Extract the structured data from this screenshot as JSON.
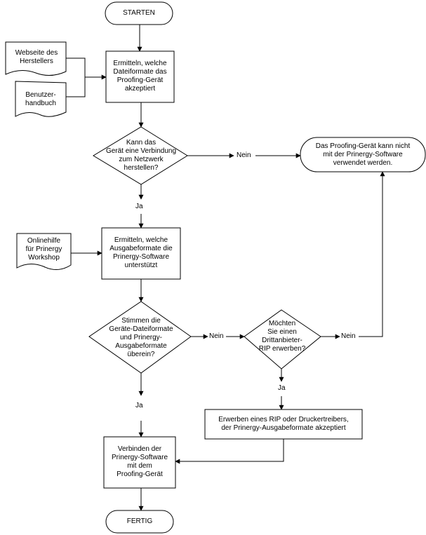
{
  "nodes": {
    "start": "STARTEN",
    "doc_manufacturer_website": "Webseite des\nHerstellers",
    "doc_user_manual": "Benutzer-\nhandbuch",
    "step_determine_formats": "Ermitteln, welche\nDateiformate das\nProofing-Gerät\nakzeptiert",
    "decision_network": "Kann das\nGerät eine Verbindung\nzum Netzwerk\nherstellen?",
    "end_cannot_use": "Das Proofing-Gerät kann nicht\nmit der Prinergy-Software\nverwendet werden.",
    "doc_online_help": "Onlinehilfe\nfür Prinergy\nWorkshop",
    "step_output_formats": "Ermitteln, welche\nAusgabeformate die\nPrinergy-Software\nunterstützt",
    "decision_formats_match": "Stimmen die\nGeräte-Dateiformate\nund Prinergy-\nAusgabeformate\nüberein?",
    "decision_buy_rip": "Möchten\nSie einen\nDrittanbieter-\nRIP erwerben?",
    "step_buy_rip": "Erwerben eines RIP oder Druckertreibers,\nder Prinergy-Ausgabeformate akzeptiert",
    "step_connect": "Verbinden der\nPrinergy-Software\nmit dem\nProofing-Gerät",
    "end": "FERTIG"
  },
  "labels": {
    "network_no": "Nein",
    "network_yes": "Ja",
    "match_no": "Nein",
    "match_yes": "Ja",
    "rip_no": "Nein",
    "rip_yes": "Ja"
  }
}
